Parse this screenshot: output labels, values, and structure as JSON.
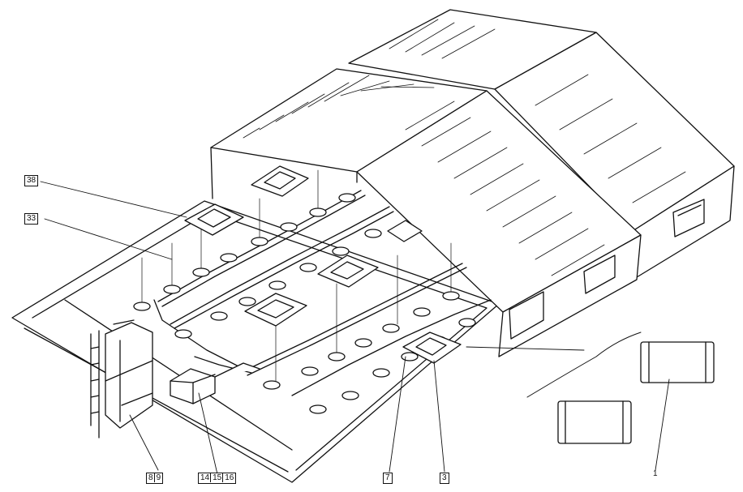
{
  "callouts": {
    "c38": "38",
    "c33": "33",
    "c8": "8",
    "c9": "9",
    "c14": "14",
    "c15": "15",
    "c16": "16",
    "c7": "7",
    "c3": "3",
    "c1": "1"
  }
}
